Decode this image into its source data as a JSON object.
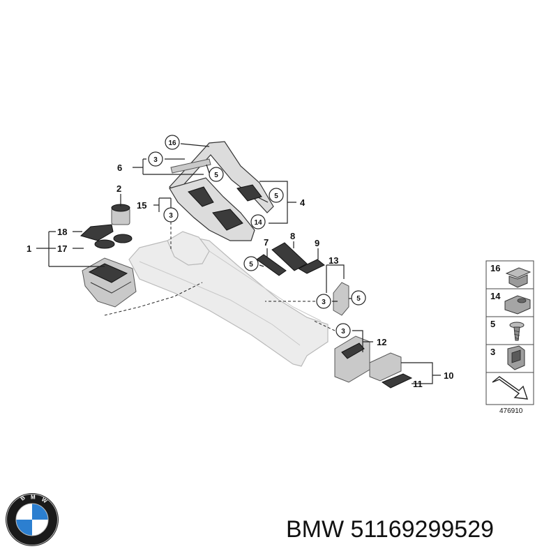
{
  "diagram": {
    "part_numbers": [
      "1",
      "2",
      "4",
      "6",
      "7",
      "8",
      "9",
      "10",
      "11",
      "12",
      "13",
      "15",
      "17",
      "18"
    ],
    "circled": [
      "16",
      "3",
      "5",
      "5",
      "14",
      "3",
      "5",
      "3",
      "5",
      "3"
    ],
    "legend": {
      "items": [
        {
          "number": "16"
        },
        {
          "number": "14"
        },
        {
          "number": "5"
        },
        {
          "number": "3"
        }
      ],
      "diagram_id": "476910"
    }
  },
  "brand": {
    "name": "BMW",
    "part_number": "51169299529",
    "label": "BMW 51169299529",
    "logo_colors": {
      "blue": "#2c7fd0",
      "ring": "#1a1a1a",
      "white": "#ffffff"
    }
  }
}
